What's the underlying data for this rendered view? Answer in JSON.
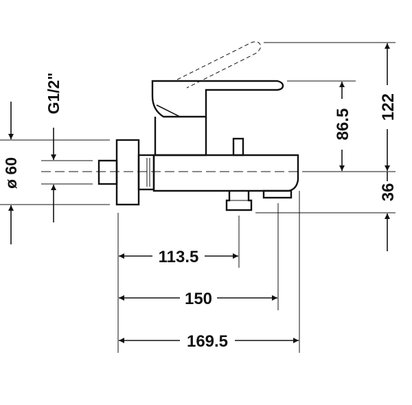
{
  "diagram": {
    "dimensions": {
      "diameter_label": "ø 60",
      "thread_label": "G1/2\"",
      "depth_1": "113.5",
      "depth_2": "150",
      "depth_3": "169.5",
      "height_lever": "122",
      "height_body": "86.5",
      "height_spout": "36"
    }
  }
}
